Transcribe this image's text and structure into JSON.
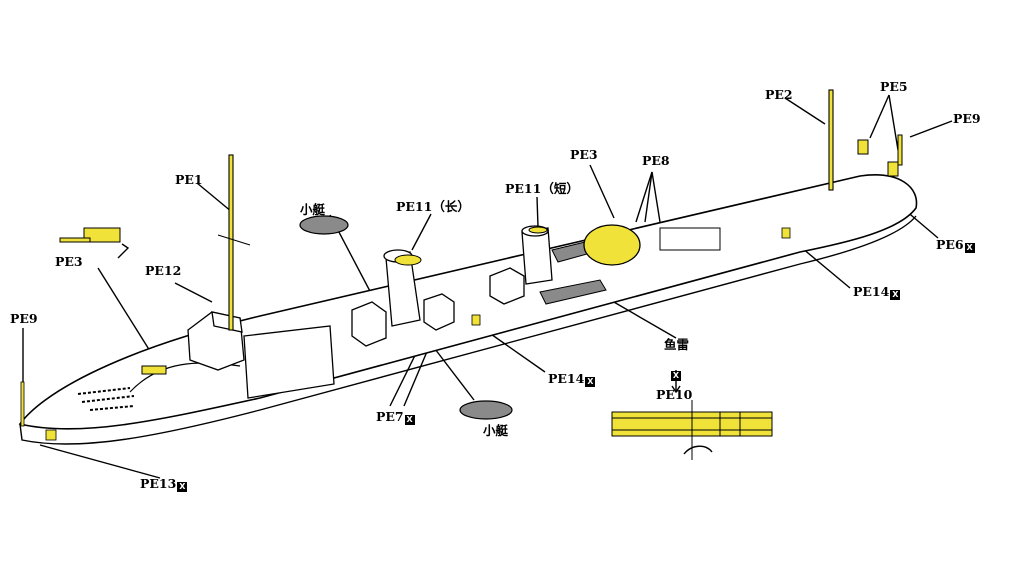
{
  "diagram": {
    "colors": {
      "brass": "#f1e23a",
      "outline": "#000000",
      "hull": "#ffffff",
      "gray": "#8a8a8a"
    },
    "labels": {
      "pe1": "PE1",
      "pe2": "PE2",
      "pe3_bow": "PE3",
      "pe3_mid": "PE3",
      "pe5": "PE5",
      "pe6": "PE6",
      "pe7": "PE7",
      "pe8": "PE8",
      "pe9_left": "PE9",
      "pe9_right": "PE9",
      "pe10": "PE10",
      "pe11_long": "PE11（长）",
      "pe11_short": "PE11（短）",
      "pe12": "PE12",
      "pe13": "PE13",
      "pe14_mid": "PE14",
      "pe14_right": "PE14",
      "boat_top": "小艇",
      "boat_bottom": "小艇",
      "torpedo": "鱼雷"
    },
    "mark": "X"
  }
}
